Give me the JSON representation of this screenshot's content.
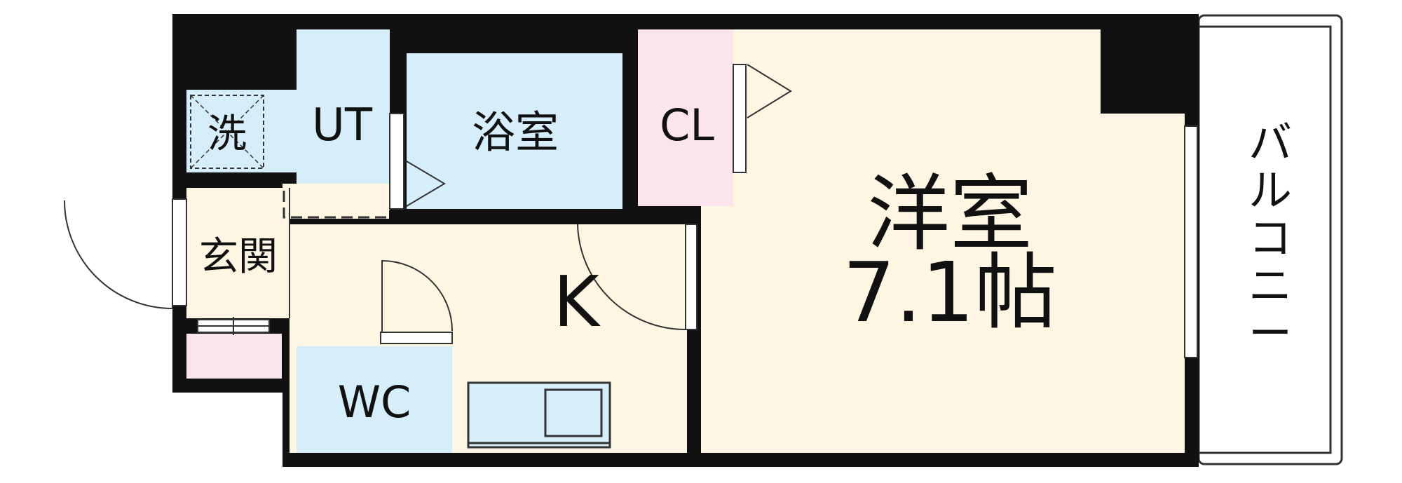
{
  "colors": {
    "wall": "#111111",
    "wet_area": "#d5eefa",
    "closet": "#fbe4ee",
    "living": "#fdf6e3",
    "outline": "#333333",
    "white": "#ffffff"
  },
  "rooms": {
    "washer": "洗",
    "utility": "UT",
    "bathroom": "浴室",
    "closet": "CL",
    "western_room": "洋室",
    "western_room_size": "7.1帖",
    "entrance": "玄関",
    "kitchen": "K",
    "toilet": "WC",
    "balcony": "バルコニー"
  }
}
